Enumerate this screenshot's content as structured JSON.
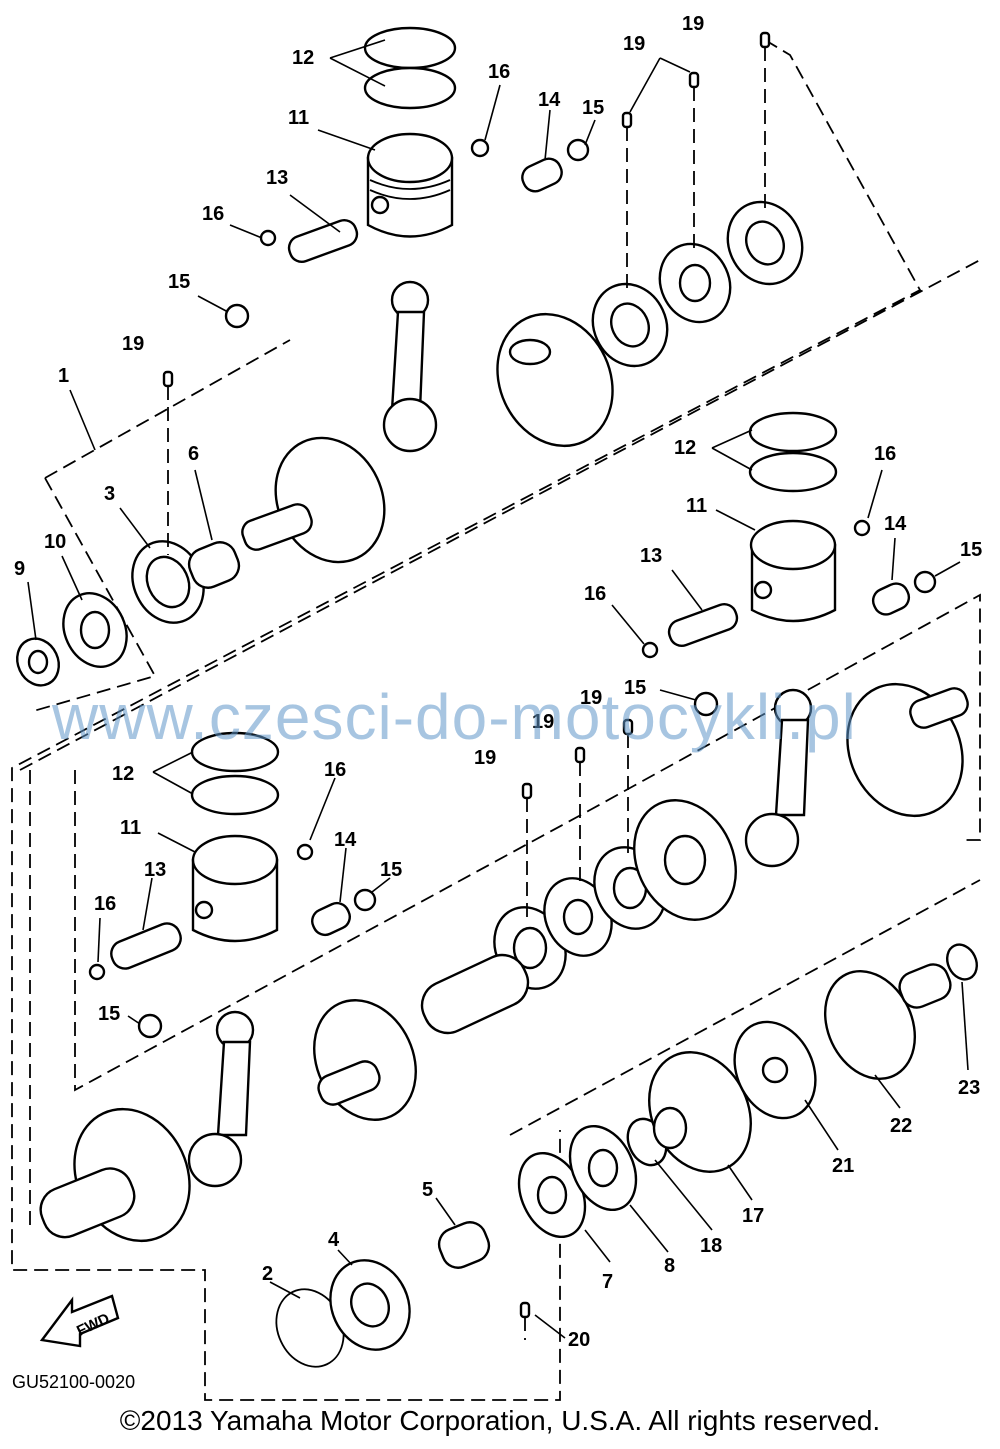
{
  "diagram": {
    "callouts": {
      "c1": "1",
      "c2": "2",
      "c3": "3",
      "c4": "4",
      "c5": "5",
      "c6": "6",
      "c7": "7",
      "c8": "8",
      "c9": "9",
      "c10": "10",
      "c11": "11",
      "c12": "12",
      "c13": "13",
      "c14": "14",
      "c15": "15",
      "c16": "16",
      "c17": "17",
      "c18": "18",
      "c19": "19",
      "c20": "20",
      "c21": "21",
      "c22": "22",
      "c23": "23"
    },
    "fwd_label": "FWD"
  },
  "watermark": "www.czesci-do-motocykli.pl",
  "catalog_code": "GU52100-0020",
  "copyright": "©2013 Yamaha Motor Corporation, U.S.A. All rights reserved."
}
